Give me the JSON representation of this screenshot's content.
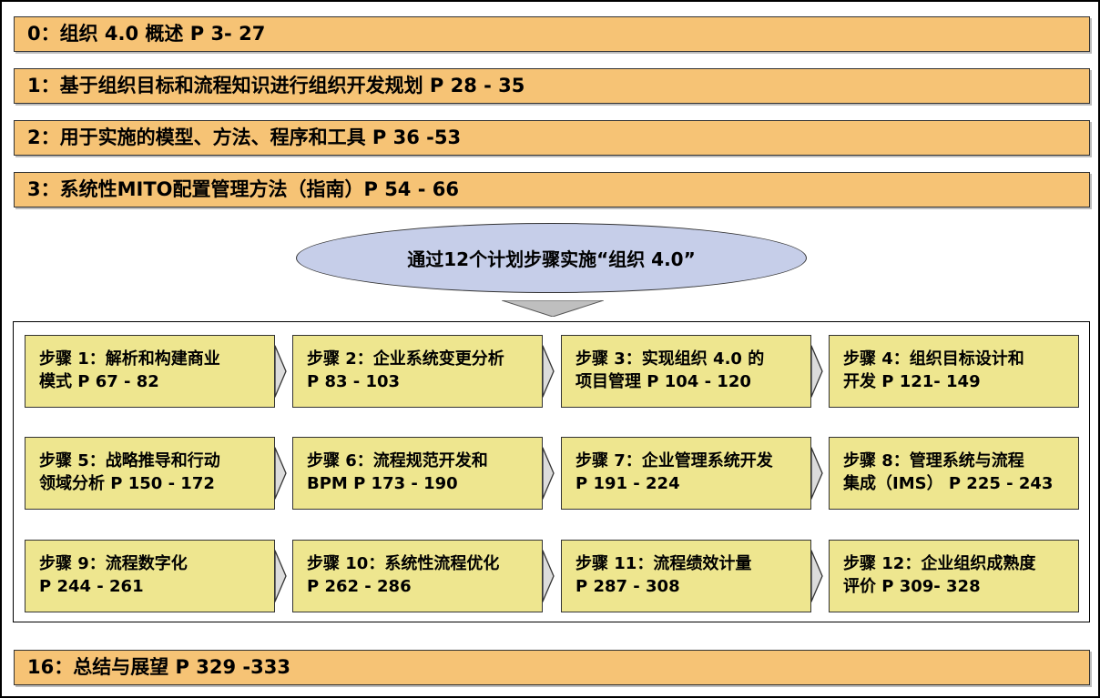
{
  "sections": [
    {
      "label": "0：组织 4.0 概述 P 3- 27"
    },
    {
      "label": "1：基于组织目标和流程知识进行组织开发规划 P 28 - 35"
    },
    {
      "label": "2：用于实施的模型、方法、程序和工具 P 36 -53"
    },
    {
      "label": "3：系统性MITO配置管理方法（指南）P 54 - 66"
    }
  ],
  "center_label": "通过12个计划步骤实施“组织 4.0”",
  "steps": [
    {
      "line1": "步骤 1：解析和构建商业",
      "line2": "模式 P 67 - 82"
    },
    {
      "line1": "步骤 2：企业系统变更分析",
      "line2": "P 83 - 103"
    },
    {
      "line1": "步骤 3：实现组织 4.0 的",
      "line2": "项目管理 P 104 - 120"
    },
    {
      "line1": "步骤 4：组织目标设计和",
      "line2": "开发 P 121- 149"
    },
    {
      "line1": "步骤 5：战略推导和行动",
      "line2": "领域分析 P 150 - 172"
    },
    {
      "line1": "步骤 6：流程规范开发和",
      "line2": "BPM P 173 - 190"
    },
    {
      "line1": "步骤 7：企业管理系统开发",
      "line2": "P 191 - 224"
    },
    {
      "line1": "步骤 8：管理系统与流程",
      "line2": "集成（IMS） P 225 - 243"
    },
    {
      "line1": "步骤 9：流程数字化",
      "line2": "P 244 - 261"
    },
    {
      "line1": "步骤 10：系统性流程优化",
      "line2": "P 262 - 286"
    },
    {
      "line1": "步骤 11：流程绩效计量",
      "line2": "P 287 - 308"
    },
    {
      "line1": "步骤 12：企业组织成熟度",
      "line2": "评价 P 309- 328"
    }
  ],
  "summary": {
    "label": "16：总结与展望 P 329 -333"
  },
  "colors": {
    "section_fill": "#f6c375",
    "step_fill": "#eee68f",
    "ellipse_fill": "#c6cee9",
    "arrow_fill": "#bfbfbf"
  }
}
